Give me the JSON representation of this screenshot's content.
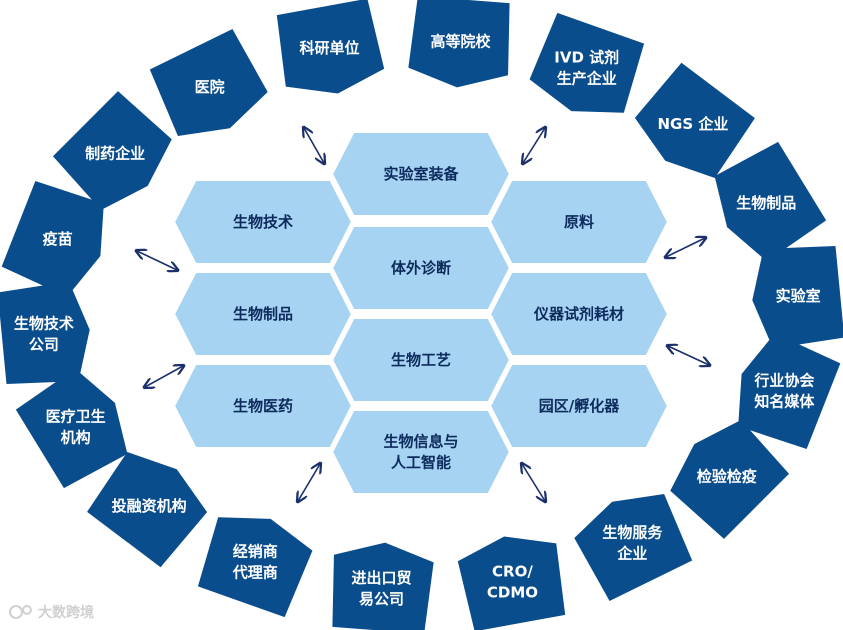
{
  "colors": {
    "outer_fill": "#0a4d8c",
    "hex_fill": "#a6d3f2",
    "hex_text": "#0d2a5c",
    "arrow": "#1a2f6b",
    "watermark": "#d0d0d0"
  },
  "outer": [
    {
      "lines": [
        "科研单位"
      ]
    },
    {
      "lines": [
        "高等院校"
      ]
    },
    {
      "lines": [
        "IVD 试剂",
        "生产企业"
      ]
    },
    {
      "lines": [
        "NGS 企业"
      ]
    },
    {
      "lines": [
        "生物制品"
      ]
    },
    {
      "lines": [
        "实验室"
      ]
    },
    {
      "lines": [
        "行业协会",
        "知名媒体"
      ]
    },
    {
      "lines": [
        "检验检疫"
      ]
    },
    {
      "lines": [
        "生物服务",
        "企业"
      ]
    },
    {
      "lines": [
        "CRO/",
        "CDMO"
      ]
    },
    {
      "lines": [
        "进出口贸",
        "易公司"
      ]
    },
    {
      "lines": [
        "经销商",
        "代理商"
      ]
    },
    {
      "lines": [
        "投融资机构"
      ]
    },
    {
      "lines": [
        "医疗卫生",
        "机构"
      ]
    },
    {
      "lines": [
        "生物技术",
        "公司"
      ]
    },
    {
      "lines": [
        "疫苗"
      ]
    },
    {
      "lines": [
        "制药企业"
      ]
    },
    {
      "lines": [
        "医院"
      ]
    }
  ],
  "hexes": [
    {
      "lines": [
        "实验室装备"
      ]
    },
    {
      "lines": [
        "生物技术"
      ]
    },
    {
      "lines": [
        "原料"
      ]
    },
    {
      "lines": [
        "体外诊断"
      ]
    },
    {
      "lines": [
        "生物制品"
      ]
    },
    {
      "lines": [
        "仪器试剂耗材"
      ]
    },
    {
      "lines": [
        "生物工艺"
      ]
    },
    {
      "lines": [
        "生物医药"
      ]
    },
    {
      "lines": [
        "园区/孵化器"
      ]
    },
    {
      "lines": [
        "生物信息与",
        "人工智能"
      ]
    }
  ],
  "watermark": "大数跨境"
}
